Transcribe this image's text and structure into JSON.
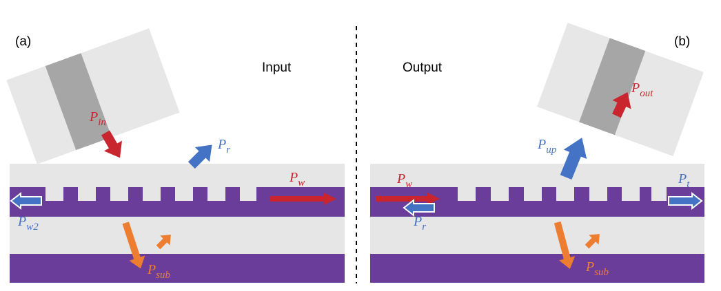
{
  "panel_a": {
    "tag": "(a)",
    "title": "Input",
    "labels": {
      "p_in": {
        "base": "P",
        "sub": "in"
      },
      "p_r": {
        "base": "P",
        "sub": "r"
      },
      "p_w": {
        "base": "P",
        "sub": "w"
      },
      "p_w2": {
        "base": "P",
        "sub": "w2"
      },
      "p_sub": {
        "base": "P",
        "sub": "sub"
      }
    }
  },
  "panel_b": {
    "tag": "(b)",
    "title": "Output",
    "labels": {
      "p_w": {
        "base": "P",
        "sub": "w"
      },
      "p_r": {
        "base": "P",
        "sub": "r"
      },
      "p_up": {
        "base": "P",
        "sub": "up"
      },
      "p_out": {
        "base": "P",
        "sub": "out"
      },
      "p_t": {
        "base": "P",
        "sub": "t"
      },
      "p_sub": {
        "base": "P",
        "sub": "sub"
      }
    }
  },
  "colors": {
    "red": "#c8252f",
    "blue": "#4472c4",
    "orange": "#ed7d31",
    "purple": "#6a3d9a",
    "gray": "#e7e6e6",
    "fiber_core": "#a6a6a6"
  }
}
